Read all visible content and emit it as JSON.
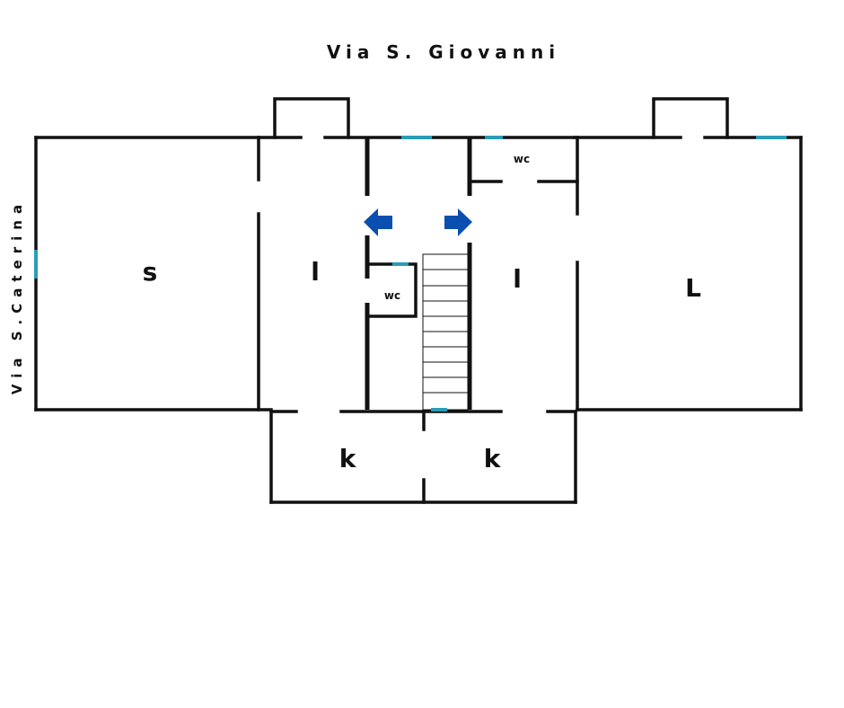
{
  "streets": {
    "top": "Via S. Giovanni",
    "left": "Via S.Caterina"
  },
  "rooms": {
    "s": "s",
    "l_left": "l",
    "l_right": "l",
    "L": "L",
    "k_left": "k",
    "k_right": "k",
    "wc_top": "wc",
    "wc_mid": "wc"
  },
  "colors": {
    "wall": "#111111",
    "window": "#2a9cb8",
    "arrow": "#0a4fb0"
  },
  "icons": {
    "arrow_left": "arrow-left-icon",
    "arrow_right": "arrow-right-icon",
    "staircase": "staircase-icon"
  }
}
